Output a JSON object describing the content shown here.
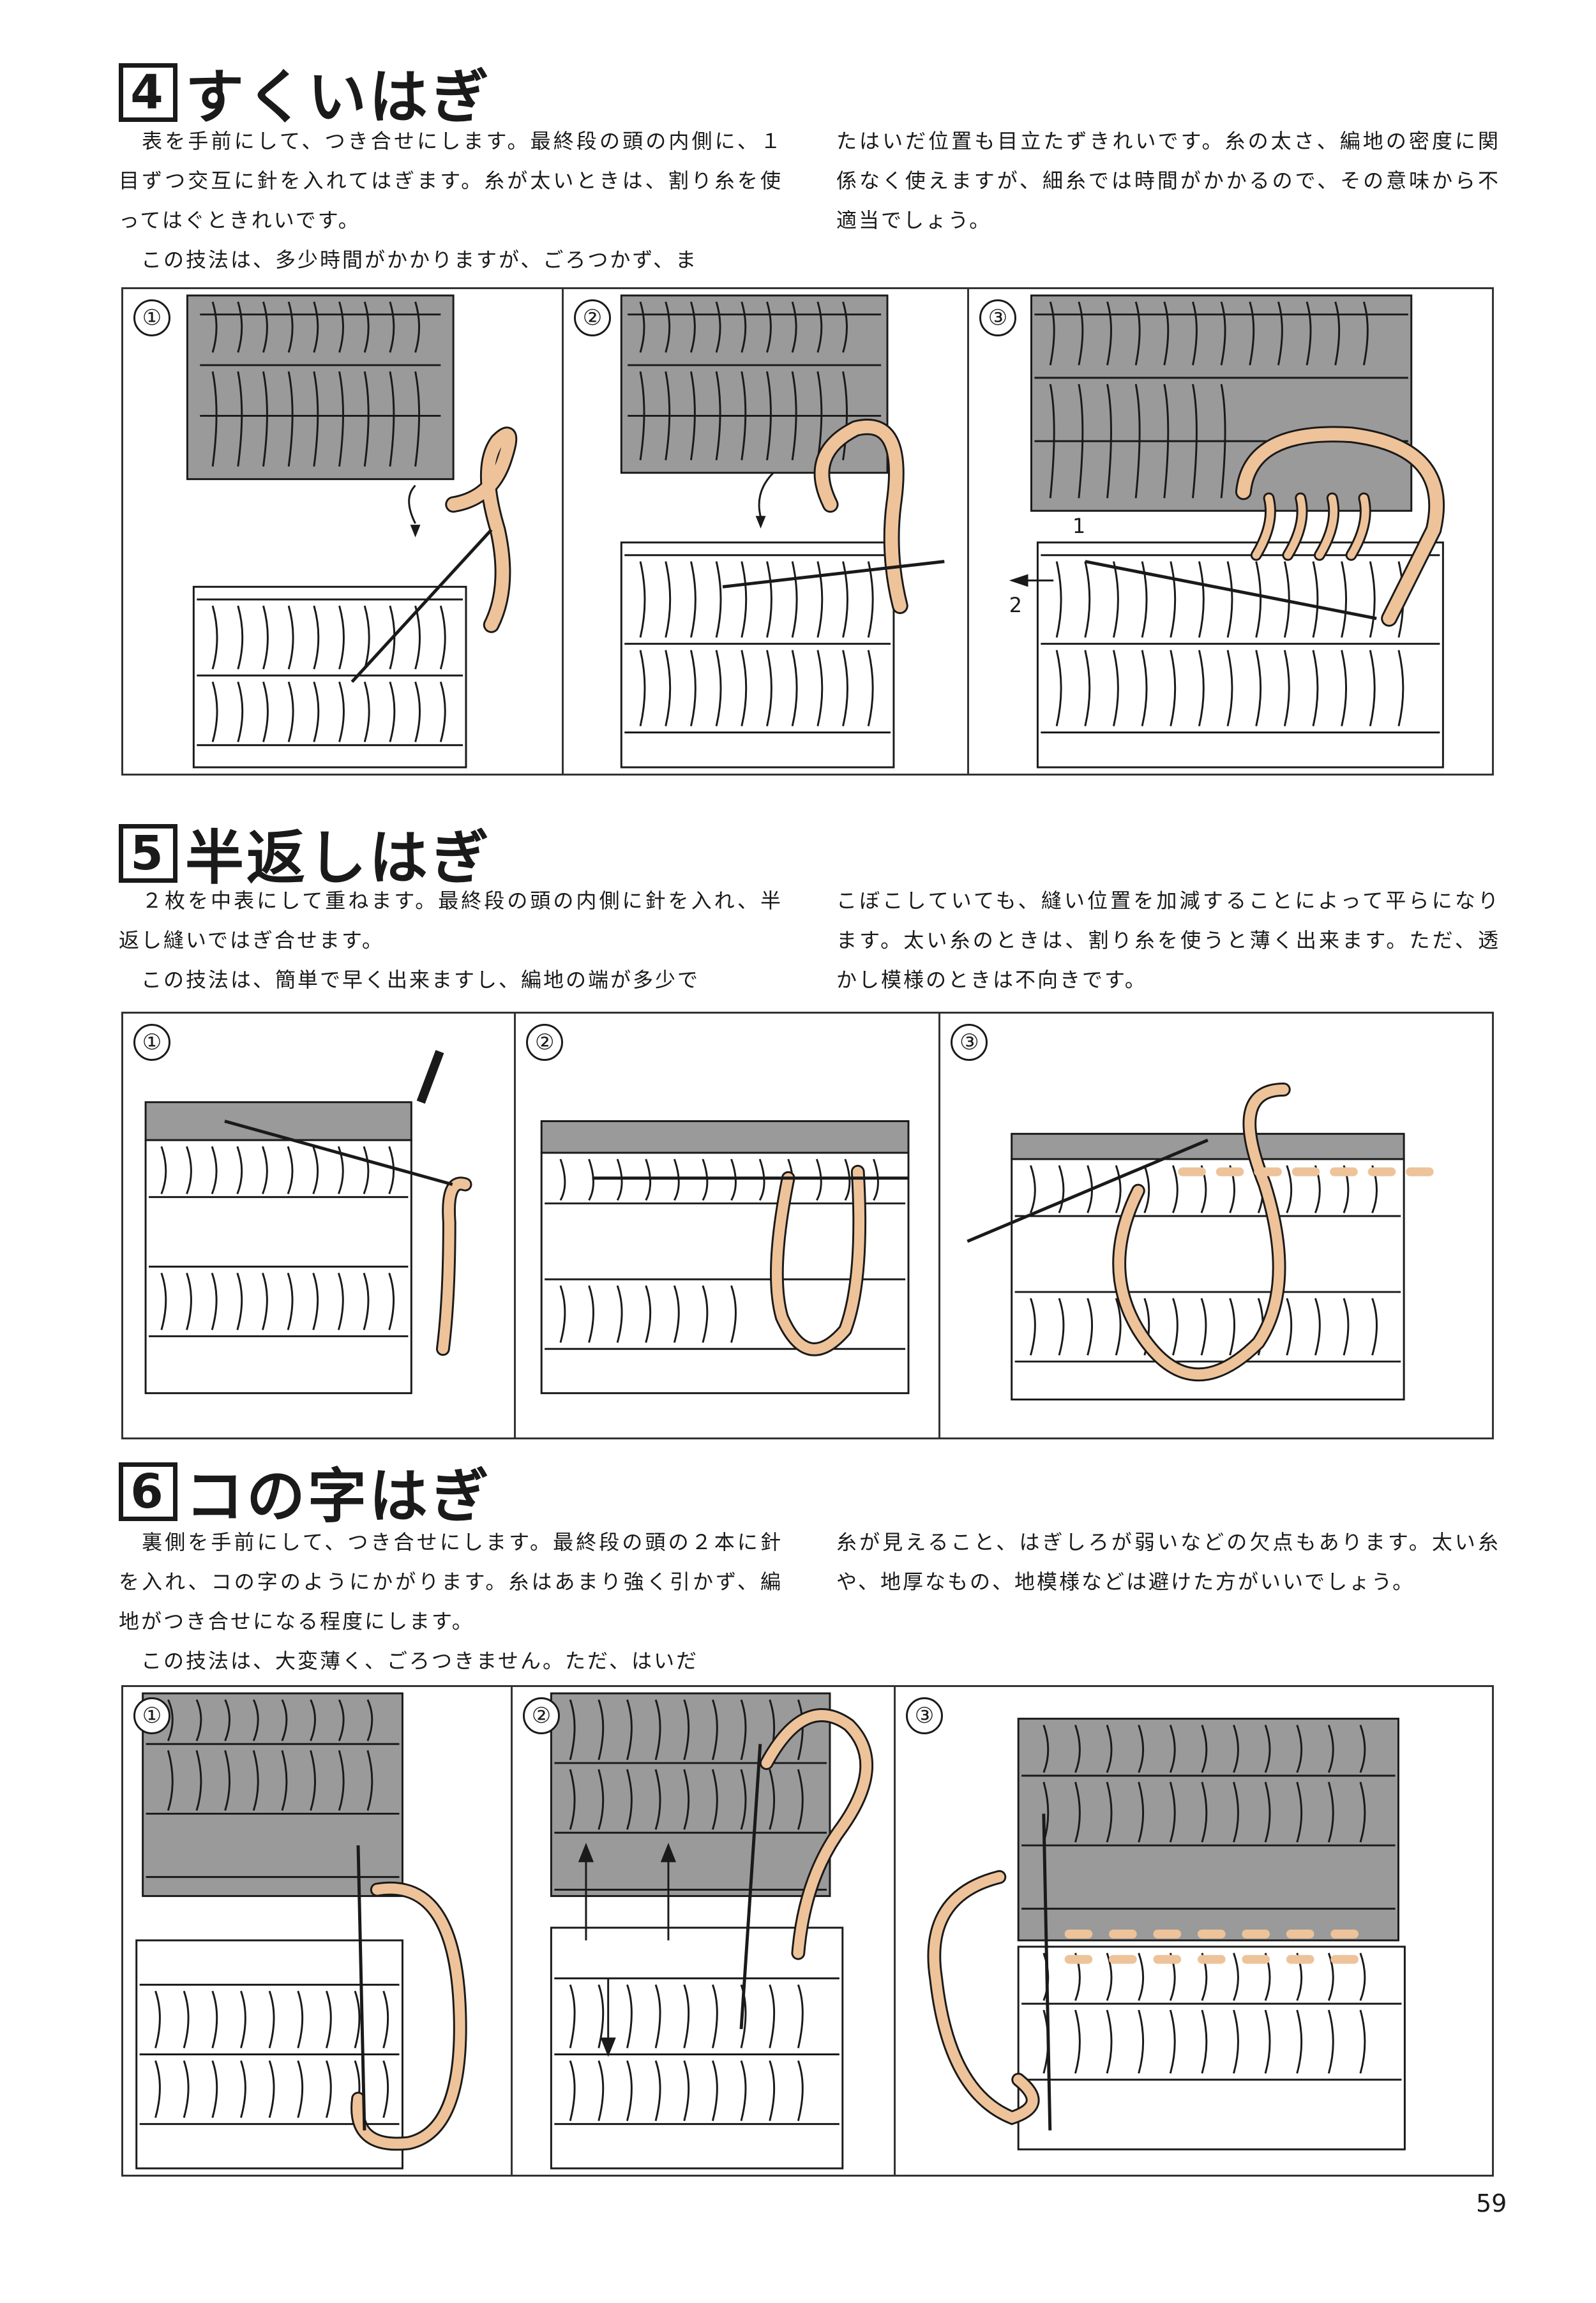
{
  "sections": [
    {
      "number": "4",
      "title": "すくいはぎ",
      "paragraph_left": "　表を手前にして、つき合せにします。最終段の頭の内側に、１目ずつ交互に針を入れてはぎます。糸が太いときは、割り糸を使ってはぐときれいです。\n　この技法は、多少時間がかかりますが、ごろつかず、ま",
      "paragraph_right": "たはいだ位置も目立たずきれいです。糸の太さ、編地の密度に関係なく使えますが、細糸では時間がかかるので、その意味から不適当でしょう。",
      "steps": [
        "①",
        "②",
        "③"
      ]
    },
    {
      "number": "5",
      "title": "半返しはぎ",
      "paragraph_left": "　２枚を中表にして重ねます。最終段の頭の内側に針を入れ、半返し縫いではぎ合せます。\n　この技法は、簡単で早く出来ますし、編地の端が多少で",
      "paragraph_right": "こぼこしていても、縫い位置を加減することによって平らになります。太い糸のときは、割り糸を使うと薄く出来ます。ただ、透かし模様のときは不向きです。",
      "steps": [
        "①",
        "②",
        "③"
      ]
    },
    {
      "number": "6",
      "title": "コの字はぎ",
      "paragraph_left": "　裏側を手前にして、つき合せにします。最終段の頭の２本に針を入れ、コの字のようにかがります。糸はあまり強く引かず、編地がつき合せになる程度にします。\n　この技法は、大変薄く、ごろつきません。ただ、はいだ",
      "paragraph_right": "糸が見えること、はぎしろが弱いなどの欠点もあります。太い糸や、地厚なもの、地模様などは避けた方がいいでしょう。",
      "steps": [
        "①",
        "②",
        "③"
      ]
    }
  ],
  "arrow_labels": [
    "1",
    "2"
  ],
  "page_number": "59",
  "colors": {
    "gray_yarn": "#9a9a9a",
    "white_yarn": "#ffffff",
    "thread": "#eec39a",
    "ink": "#1a1a1a"
  }
}
